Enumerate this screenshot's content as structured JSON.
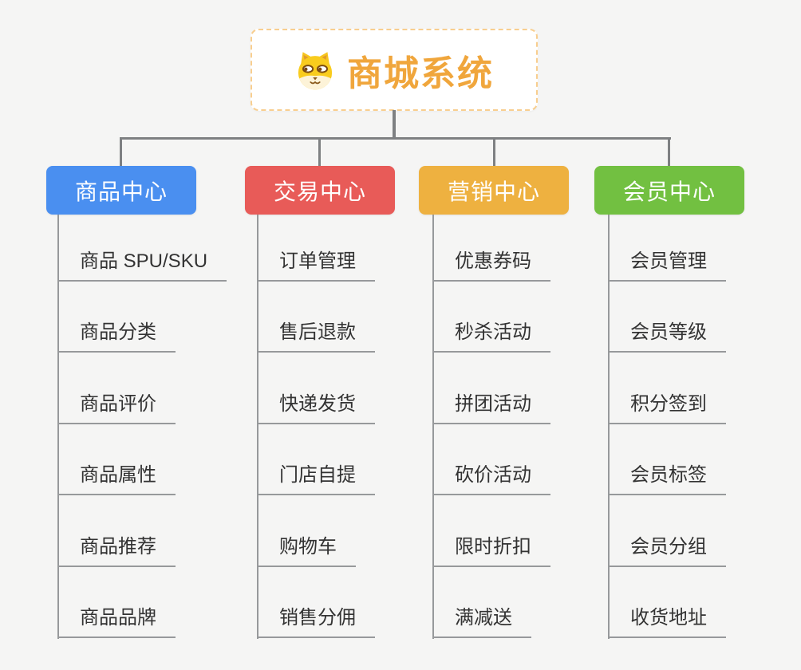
{
  "root": {
    "title": "商城系统",
    "icon": "dog-face-icon",
    "accent_color": "#F0A63C",
    "border_color": "#F8CE8F"
  },
  "connector_color": "#7E8082",
  "leaf_line_color": "#97999B",
  "branches": [
    {
      "label": "商品中心",
      "color": "#4A8FF0",
      "items": [
        "商品 SPU/SKU",
        "商品分类",
        "商品评价",
        "商品属性",
        "商品推荐",
        "商品品牌"
      ]
    },
    {
      "label": "交易中心",
      "color": "#E85B58",
      "items": [
        "订单管理",
        "售后退款",
        "快递发货",
        "门店自提",
        "购物车",
        "销售分佣"
      ]
    },
    {
      "label": "营销中心",
      "color": "#EEB140",
      "items": [
        "优惠券码",
        "秒杀活动",
        "拼团活动",
        "砍价活动",
        "限时折扣",
        "满减送"
      ]
    },
    {
      "label": "会员中心",
      "color": "#72C041",
      "items": [
        "会员管理",
        "会员等级",
        "积分签到",
        "会员标签",
        "会员分组",
        "收货地址"
      ]
    }
  ]
}
